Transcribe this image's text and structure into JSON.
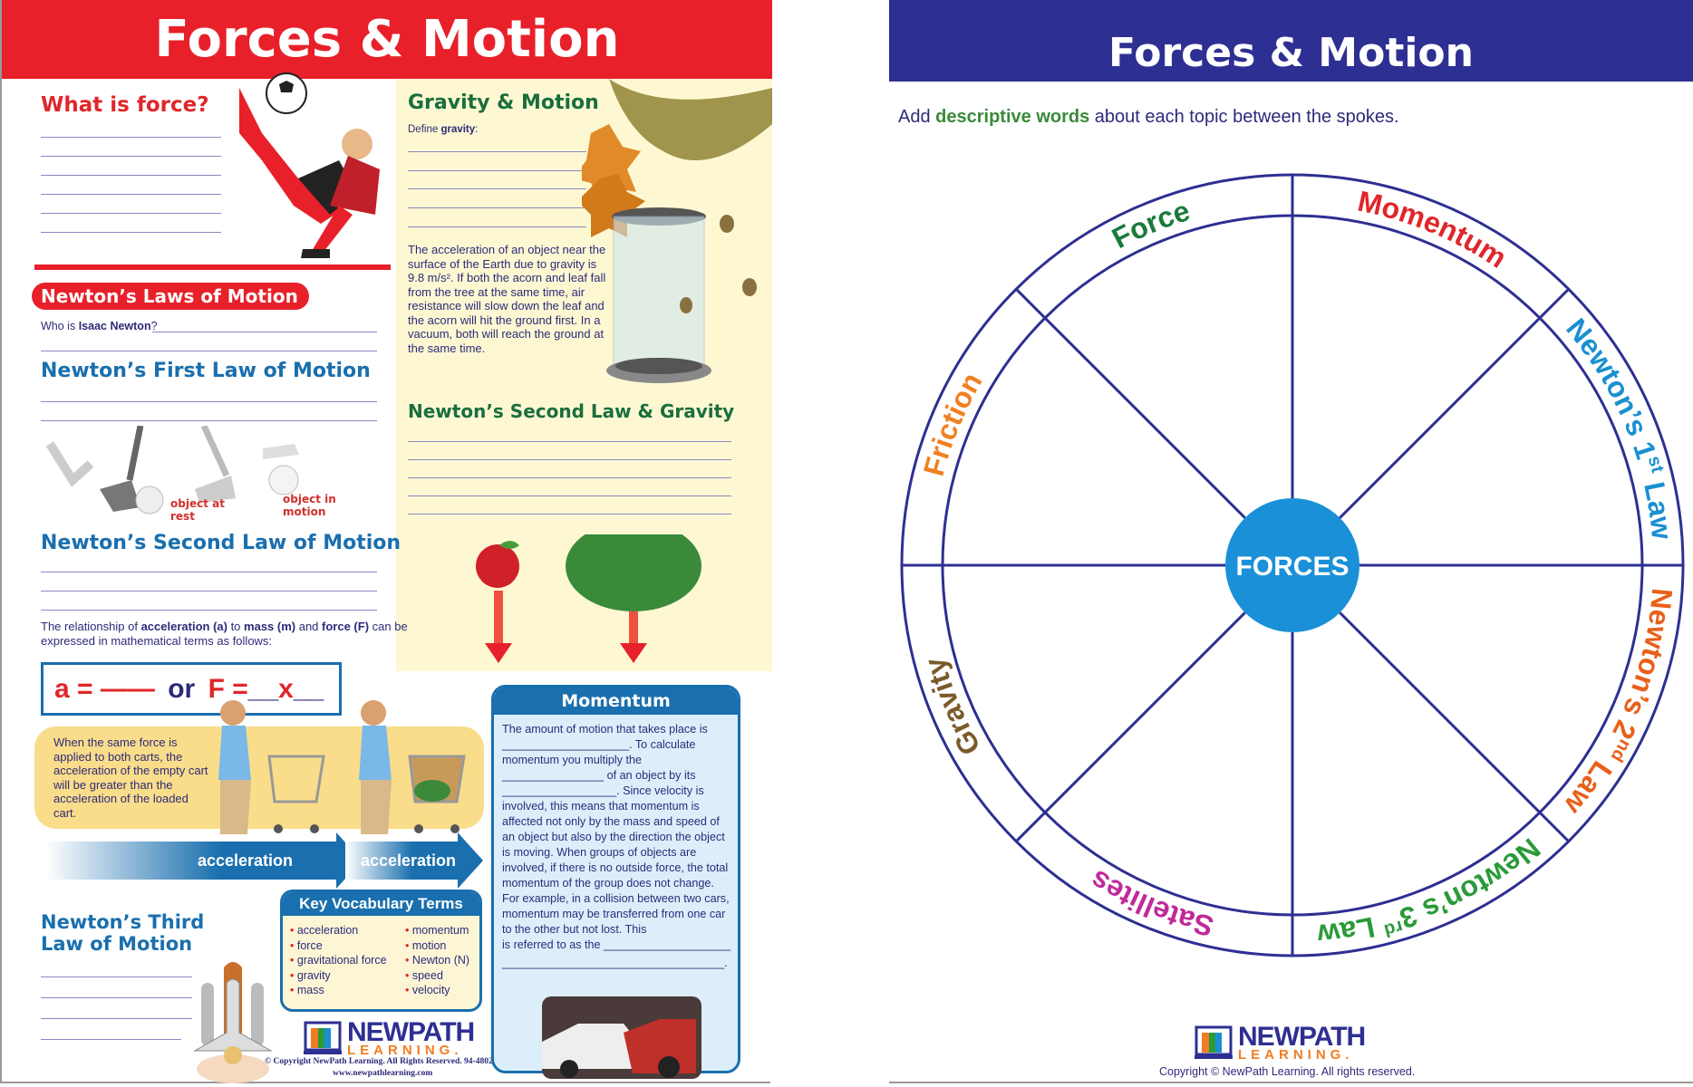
{
  "left": {
    "title": "Forces & Motion",
    "what_is_force": "What is force?",
    "laws_pill": "Newton’s Laws of Motion",
    "who_prefix": "Who is ",
    "who_bold": "Isaac Newton",
    "who_suffix": "?",
    "first_law": "Newton’s First Law of Motion",
    "golf_rest": "object at rest",
    "golf_motion": "object in motion",
    "second_law": "Newton’s Second Law of Motion",
    "relationship": {
      "t1": "The relationship of ",
      "b1": "acceleration (a)",
      "t2": " to ",
      "b2": "mass (m)",
      "t3": " and ",
      "b3": "force (F)",
      "t4": " can be expressed in mathematical terms as follows:"
    },
    "formula": {
      "a": "a =",
      "dash": "——",
      "or": "or",
      "f": "F =",
      "blank1": "__",
      "x": "x",
      "blank2": "__"
    },
    "cart_text": "When the same force is applied to both carts, the acceleration of the empty cart will be greater than the acceleration of the loaded cart.",
    "arrow1": "acceleration",
    "arrow2": "acceleration",
    "third_law": "Newton’s Third Law of Motion",
    "vocab": {
      "title": "Key Vocabulary Terms",
      "col1": [
        "acceleration",
        "force",
        "gravitational force",
        "gravity",
        "mass"
      ],
      "col2": [
        "momentum",
        "motion",
        "Newton (N)",
        "speed",
        "velocity"
      ]
    },
    "gravity": {
      "title": "Gravity & Motion",
      "define_prefix": "Define ",
      "define_bold": "gravity",
      "define_suffix": ":",
      "paragraph": "The acceleration of an object near the surface of the Earth due to gravity is 9.8 m/s². If both the acorn and leaf fall from the tree at the same time, air resistance will slow down the leaf and the acorn will hit the ground first. In a vacuum, both will reach the ground at the same time.",
      "second_law_gravity": "Newton’s Second Law & Gravity"
    },
    "momentum": {
      "title": "Momentum",
      "lines": [
        "The amount of motion that takes place is",
        "____________________. To calculate",
        "momentum you multiply the",
        "________________ of an object by its",
        "__________________. Since velocity is",
        "involved, this means that momentum is affected not only by the mass and speed of an object but also by the direction the object is moving. When groups of objects are involved, if there is no outside force, the total momentum of the group does not change. For example, in a collision between two cars, momentum may be transferred from one car to the other but not lost. This",
        "is referred to as the ____________________",
        "___________________________________."
      ]
    },
    "logo": {
      "line1": "NEWPATH",
      "line2": "LEARNING."
    },
    "copyright": "© Copyright NewPath Learning. All Rights Reserved. 94-4802",
    "website": "www.newpathlearning.com"
  },
  "right": {
    "title": "Forces & Motion",
    "instr_pre": "Add ",
    "instr_bold": "descriptive words",
    "instr_post": " about each topic between the spokes.",
    "center": "FORCES",
    "labels": [
      {
        "main": "Momentum",
        "sup": "",
        "rest": "",
        "color": "#e0262a",
        "angle": 22.5
      },
      {
        "main": "Newton’s 1",
        "sup": "st",
        "rest": " Law",
        "color": "#1a90d0",
        "angle": 67.5
      },
      {
        "main": "Newton’s 2",
        "sup": "nd",
        "rest": " Law",
        "color": "#e8601a",
        "angle": 112.5
      },
      {
        "main": "Newton’s 3",
        "sup": "rd",
        "rest": " Law",
        "color": "#2a9a3a",
        "angle": 157.5
      },
      {
        "main": "Satellites",
        "sup": "",
        "rest": "",
        "color": "#c02a9a",
        "angle": 202.5
      },
      {
        "main": "Gravity",
        "sup": "",
        "rest": "",
        "color": "#7a5a2a",
        "angle": 247.5
      },
      {
        "main": "Friction",
        "sup": "",
        "rest": "",
        "color": "#f08020",
        "angle": 292.5
      },
      {
        "main": "Force",
        "sup": "",
        "rest": "",
        "color": "#1a7a3a",
        "angle": 337.5
      }
    ],
    "logo": {
      "line1": "NEWPATH",
      "line2": "LEARNING."
    },
    "copyright": "Copyright © NewPath Learning.  All rights reserved."
  }
}
